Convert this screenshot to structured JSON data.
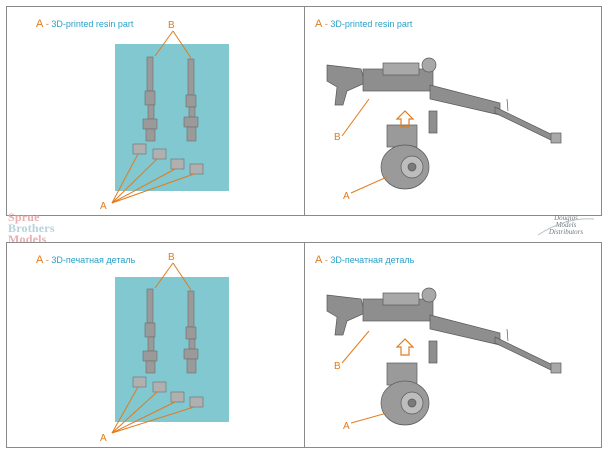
{
  "panels": {
    "top_left": {
      "letter": "A",
      "dash": "-",
      "text": "3D-printed resin part",
      "label_a": "A",
      "label_b": "B"
    },
    "top_right": {
      "letter": "A",
      "dash": "-",
      "text": "3D-printed resin part",
      "label_a": "A",
      "label_b": "B"
    },
    "bottom_left": {
      "letter": "A",
      "dash": "-",
      "text": "3D-печатная деталь",
      "label_a": "A",
      "label_b": "B"
    },
    "bottom_right": {
      "letter": "A",
      "dash": "-",
      "text": "3D-печатная деталь",
      "label_a": "A",
      "label_b": "B"
    }
  },
  "watermarks": {
    "left": [
      "Sprue",
      "Brothers",
      "Models"
    ],
    "right": [
      "Douglas",
      "Models",
      "Distributors"
    ]
  },
  "colors": {
    "label": "#e07b1e",
    "caption": "#2aa0c8",
    "background_plate": "#82c8d0",
    "part_grey": "#9a9a9a"
  }
}
